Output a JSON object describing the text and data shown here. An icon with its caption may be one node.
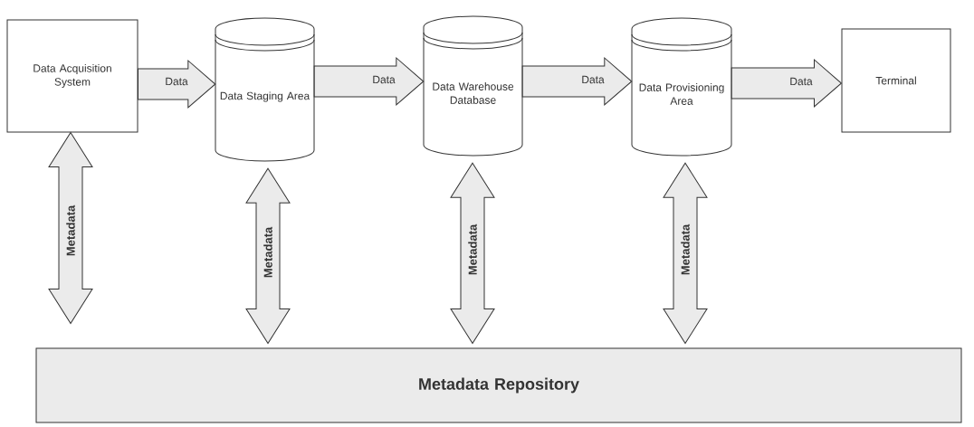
{
  "diagram": {
    "nodes": [
      {
        "text": [
          "Data Acquisition System"
        ]
      },
      {
        "text": [
          "Data Staging Area"
        ]
      },
      {
        "text": [
          "Data Warehouse Database"
        ]
      },
      {
        "text": [
          "Data Provisioning Area"
        ]
      },
      {
        "text": [
          "Terminal"
        ]
      },
      {
        "text": [
          "Metadata Repository"
        ]
      }
    ],
    "edges": [
      {
        "from": 0,
        "to": 1,
        "arrow": "to",
        "label": "Data"
      },
      {
        "from": 1,
        "to": 2,
        "arrow": "to",
        "label": "Data"
      },
      {
        "from": 2,
        "to": 3,
        "arrow": "to",
        "label": "Data"
      },
      {
        "from": 3,
        "to": 4,
        "arrow": "to",
        "label": "Data"
      },
      {
        "from": 0,
        "to": 5,
        "arrow": "both",
        "label": "Metadata"
      },
      {
        "from": 1,
        "to": 5,
        "arrow": "both",
        "label": "Metadata"
      },
      {
        "from": 2,
        "to": 5,
        "arrow": "both",
        "label": "Metadata"
      },
      {
        "from": 3,
        "to": 5,
        "arrow": "both",
        "label": "Metadata"
      }
    ]
  }
}
